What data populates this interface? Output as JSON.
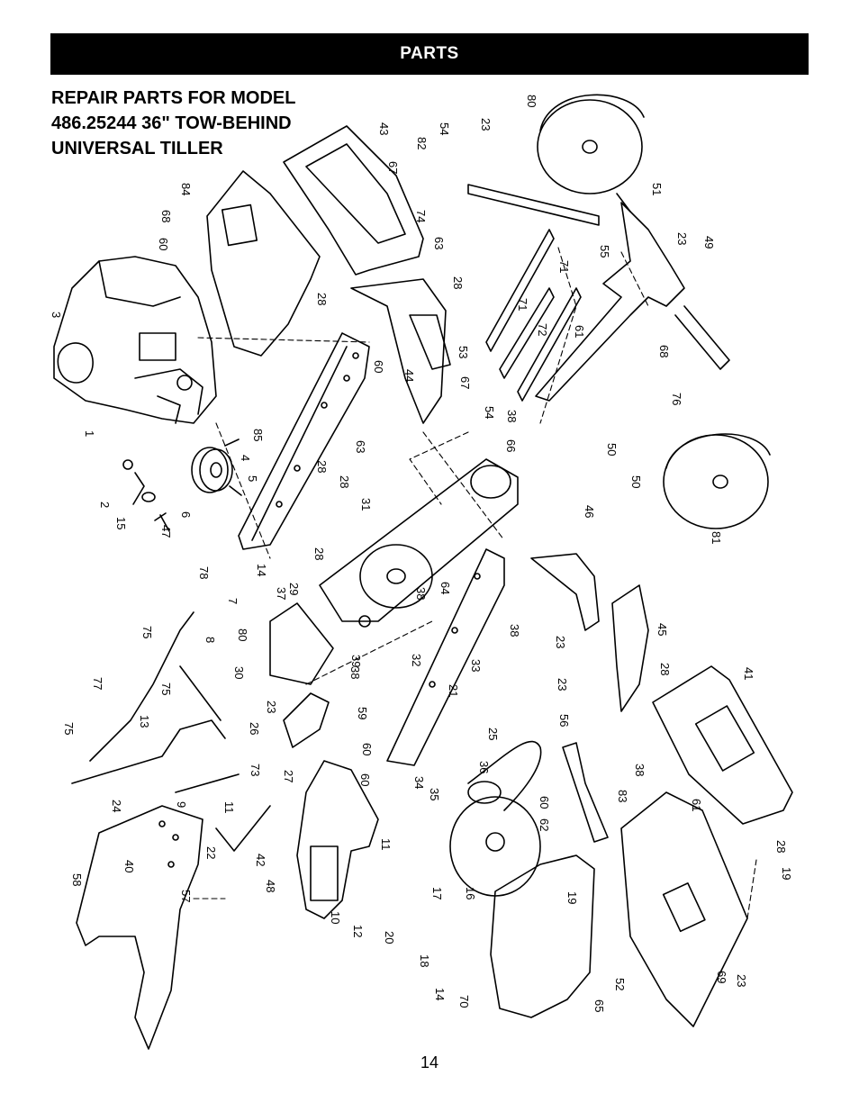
{
  "header": {
    "title": "PARTS"
  },
  "heading": {
    "lines": [
      "REPAIR PARTS FOR MODEL",
      "486.25244  36\" TOW-BEHIND",
      "UNIVERSAL TILLER"
    ]
  },
  "page_number": "14",
  "colors": {
    "header_bg": "#000000",
    "header_text": "#ffffff",
    "ink": "#000000"
  },
  "labels": [
    {
      "id": "1",
      "text": "1"
    },
    {
      "id": "2",
      "text": "2"
    },
    {
      "id": "3",
      "text": "3"
    },
    {
      "id": "4",
      "text": "4"
    },
    {
      "id": "5",
      "text": "5"
    },
    {
      "id": "6",
      "text": "6"
    },
    {
      "id": "7",
      "text": "7"
    },
    {
      "id": "8",
      "text": "8"
    },
    {
      "id": "9",
      "text": "9"
    },
    {
      "id": "10",
      "text": "10"
    },
    {
      "id": "11a",
      "text": "11"
    },
    {
      "id": "11b",
      "text": "11"
    },
    {
      "id": "12",
      "text": "12"
    },
    {
      "id": "13",
      "text": "13"
    },
    {
      "id": "14a",
      "text": "14"
    },
    {
      "id": "14b",
      "text": "14"
    },
    {
      "id": "15",
      "text": "15"
    },
    {
      "id": "16",
      "text": "16"
    },
    {
      "id": "17",
      "text": "17"
    },
    {
      "id": "18",
      "text": "18"
    },
    {
      "id": "19a",
      "text": "19"
    },
    {
      "id": "19b",
      "text": "19"
    },
    {
      "id": "20",
      "text": "20"
    },
    {
      "id": "21",
      "text": "21"
    },
    {
      "id": "22",
      "text": "22"
    },
    {
      "id": "23a",
      "text": "23"
    },
    {
      "id": "23b",
      "text": "23"
    },
    {
      "id": "23c",
      "text": "23"
    },
    {
      "id": "23d",
      "text": "23"
    },
    {
      "id": "23e",
      "text": "23"
    },
    {
      "id": "23f",
      "text": "23"
    },
    {
      "id": "24",
      "text": "24"
    },
    {
      "id": "25",
      "text": "25"
    },
    {
      "id": "26",
      "text": "26"
    },
    {
      "id": "27",
      "text": "27"
    },
    {
      "id": "28a",
      "text": "28"
    },
    {
      "id": "28b",
      "text": "28"
    },
    {
      "id": "28c",
      "text": "28"
    },
    {
      "id": "28d",
      "text": "28"
    },
    {
      "id": "28e",
      "text": "28"
    },
    {
      "id": "28f",
      "text": "28"
    },
    {
      "id": "28g",
      "text": "28"
    },
    {
      "id": "29",
      "text": "29"
    },
    {
      "id": "30",
      "text": "30"
    },
    {
      "id": "31",
      "text": "31"
    },
    {
      "id": "32",
      "text": "32"
    },
    {
      "id": "33",
      "text": "33"
    },
    {
      "id": "34",
      "text": "34"
    },
    {
      "id": "35",
      "text": "35"
    },
    {
      "id": "36",
      "text": "36"
    },
    {
      "id": "37",
      "text": "37"
    },
    {
      "id": "38a",
      "text": "38"
    },
    {
      "id": "38b",
      "text": "38"
    },
    {
      "id": "38c",
      "text": "38"
    },
    {
      "id": "38d",
      "text": "38"
    },
    {
      "id": "38e",
      "text": "38"
    },
    {
      "id": "39",
      "text": "39"
    },
    {
      "id": "40",
      "text": "40"
    },
    {
      "id": "41",
      "text": "41"
    },
    {
      "id": "42",
      "text": "42"
    },
    {
      "id": "43",
      "text": "43"
    },
    {
      "id": "44",
      "text": "44"
    },
    {
      "id": "45",
      "text": "45"
    },
    {
      "id": "46",
      "text": "46"
    },
    {
      "id": "47",
      "text": "47"
    },
    {
      "id": "48",
      "text": "48"
    },
    {
      "id": "49",
      "text": "49"
    },
    {
      "id": "50a",
      "text": "50"
    },
    {
      "id": "50b",
      "text": "50"
    },
    {
      "id": "51",
      "text": "51"
    },
    {
      "id": "52",
      "text": "52"
    },
    {
      "id": "53",
      "text": "53"
    },
    {
      "id": "54a",
      "text": "54"
    },
    {
      "id": "54b",
      "text": "54"
    },
    {
      "id": "55",
      "text": "55"
    },
    {
      "id": "56",
      "text": "56"
    },
    {
      "id": "57",
      "text": "57"
    },
    {
      "id": "58",
      "text": "58"
    },
    {
      "id": "59",
      "text": "59"
    },
    {
      "id": "60a",
      "text": "60"
    },
    {
      "id": "60b",
      "text": "60"
    },
    {
      "id": "60c",
      "text": "60"
    },
    {
      "id": "60d",
      "text": "60"
    },
    {
      "id": "60e",
      "text": "60"
    },
    {
      "id": "61a",
      "text": "61"
    },
    {
      "id": "61b",
      "text": "61"
    },
    {
      "id": "62",
      "text": "62"
    },
    {
      "id": "63a",
      "text": "63"
    },
    {
      "id": "63b",
      "text": "63"
    },
    {
      "id": "64",
      "text": "64"
    },
    {
      "id": "65",
      "text": "65"
    },
    {
      "id": "66",
      "text": "66"
    },
    {
      "id": "67a",
      "text": "67"
    },
    {
      "id": "67b",
      "text": "67"
    },
    {
      "id": "68a",
      "text": "68"
    },
    {
      "id": "68b",
      "text": "68"
    },
    {
      "id": "69",
      "text": "69"
    },
    {
      "id": "70",
      "text": "70"
    },
    {
      "id": "71a",
      "text": "71"
    },
    {
      "id": "71b",
      "text": "71"
    },
    {
      "id": "72",
      "text": "72"
    },
    {
      "id": "73",
      "text": "73"
    },
    {
      "id": "74",
      "text": "74"
    },
    {
      "id": "75a",
      "text": "75"
    },
    {
      "id": "75b",
      "text": "75"
    },
    {
      "id": "75c",
      "text": "75"
    },
    {
      "id": "76",
      "text": "76"
    },
    {
      "id": "77",
      "text": "77"
    },
    {
      "id": "78",
      "text": "78"
    },
    {
      "id": "80a",
      "text": "80"
    },
    {
      "id": "80b",
      "text": "80"
    },
    {
      "id": "81",
      "text": "81"
    },
    {
      "id": "82",
      "text": "82"
    },
    {
      "id": "83",
      "text": "83"
    },
    {
      "id": "84",
      "text": "84"
    },
    {
      "id": "85",
      "text": "85"
    }
  ]
}
